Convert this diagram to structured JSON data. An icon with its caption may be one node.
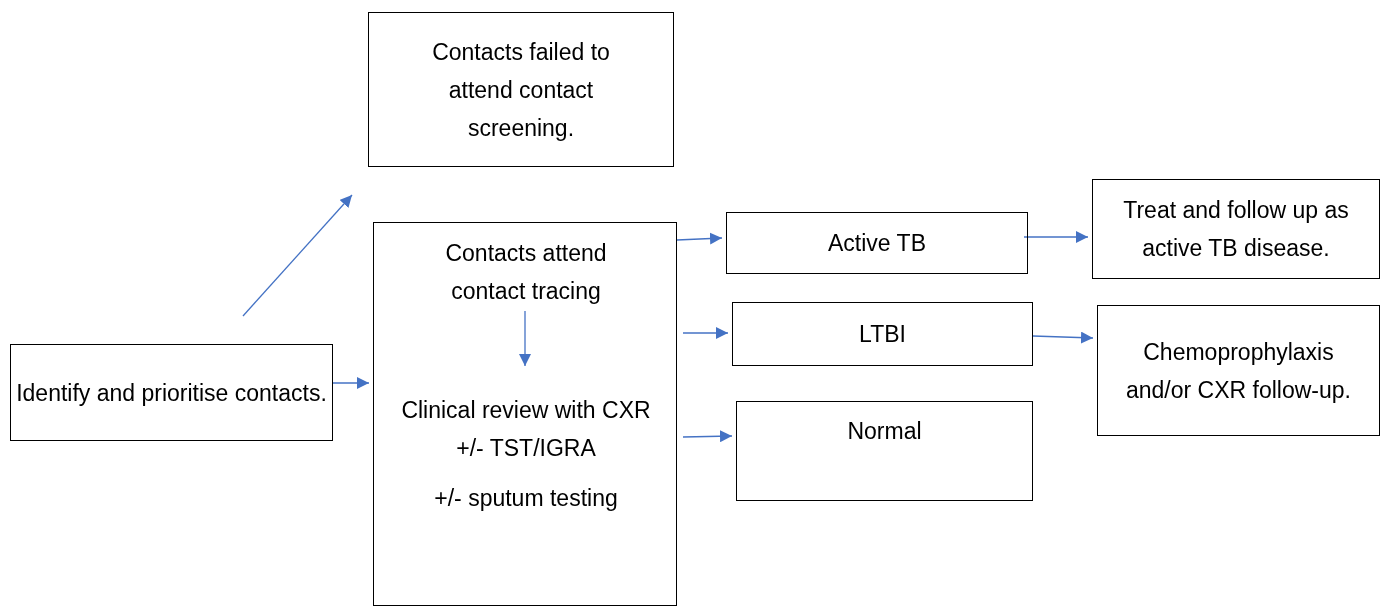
{
  "diagram": {
    "nodes": [
      {
        "text": [
          "Contacts failed to attend contact screening."
        ]
      },
      {
        "text": [
          "Identify and prioritise contacts."
        ]
      },
      {
        "text": [],
        "shape": "box"
      },
      {
        "text": [
          "Contacts attend contact tracing"
        ],
        "in": 2
      },
      {
        "text": [
          "Clinical review with CXR +/- TST/IGRA",
          "+/- sputum testing"
        ],
        "in": 2
      },
      {
        "text": [
          "Active TB"
        ]
      },
      {
        "text": [
          "Treat and follow up as active TB disease."
        ]
      },
      {
        "text": [
          "LTBI"
        ]
      },
      {
        "text": [
          "Chemoprophylaxis and/or CXR follow-up."
        ]
      },
      {
        "text": [
          "Normal"
        ]
      }
    ],
    "edges": [
      {
        "from": 1,
        "to": 0,
        "arrow": "to"
      },
      {
        "from": 1,
        "to": 2,
        "arrow": "to"
      },
      {
        "from": 3,
        "to": 4,
        "arrow": "to"
      },
      {
        "from": 2,
        "to": 5,
        "arrow": "to"
      },
      {
        "from": 2,
        "to": 7,
        "arrow": "to"
      },
      {
        "from": 2,
        "to": 9,
        "arrow": "to"
      },
      {
        "from": 5,
        "to": 6,
        "arrow": "to"
      },
      {
        "from": 7,
        "to": 8,
        "arrow": "to"
      }
    ]
  }
}
